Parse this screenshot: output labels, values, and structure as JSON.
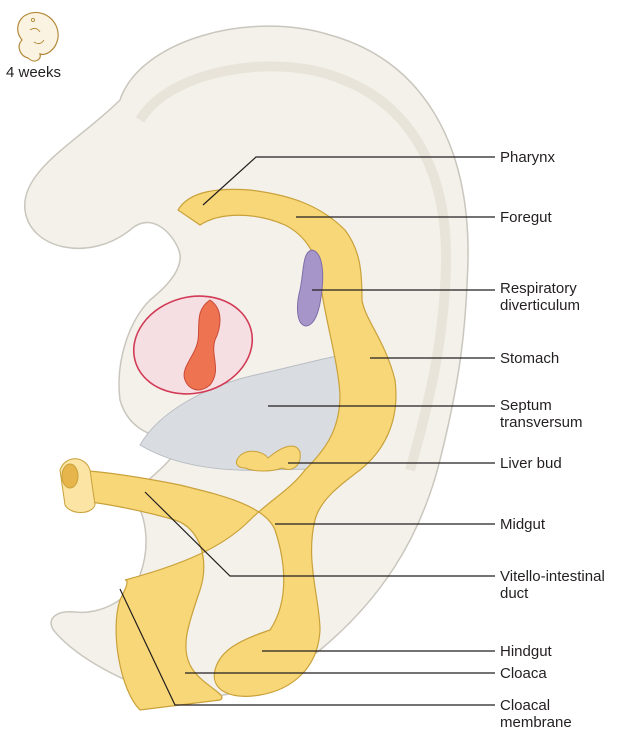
{
  "stage_label": "4 weeks",
  "labels": {
    "pharynx": "Pharynx",
    "foregut": "Foregut",
    "respiratory_1": "Respiratory",
    "respiratory_2": "diverticulum",
    "stomach": "Stomach",
    "septum_1": "Septum",
    "septum_2": "transversum",
    "liver_bud": "Liver bud",
    "midgut": "Midgut",
    "vitello_1": "Vitello-intestinal",
    "vitello_2": "duct",
    "hindgut": "Hindgut",
    "cloaca": "Cloaca",
    "cloacal_membrane_1": "Cloacal",
    "cloacal_membrane_2": "membrane"
  },
  "colors": {
    "embryo_fill": "#f4f1ea",
    "embryo_outline": "#c9c6bd",
    "gut_fill": "#f8d778",
    "gut_outline": "#c9a13a",
    "heart_fill": "#f6dfe3",
    "heart_outline": "#d23a55",
    "heart_tube": "#ee7350",
    "septum_fill": "#d9dde2",
    "respiratory_fill": "#a695c8",
    "leader_line": "#231f20"
  }
}
